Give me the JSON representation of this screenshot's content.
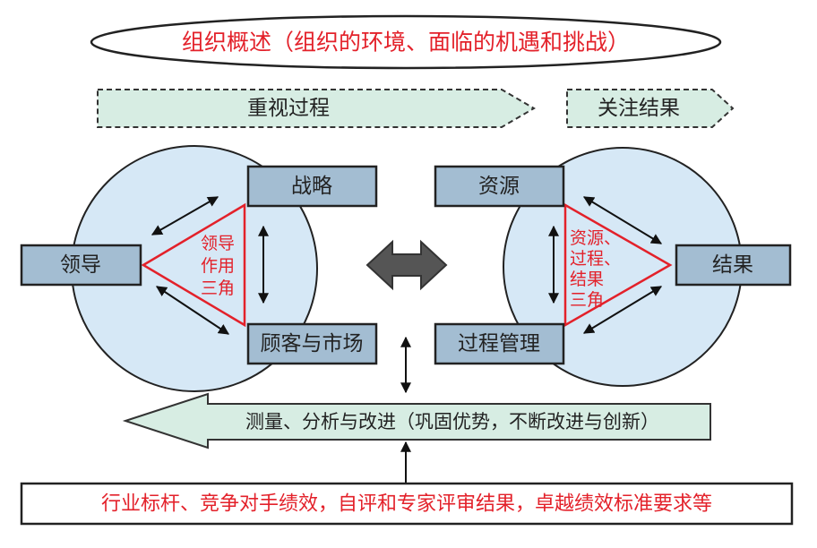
{
  "title": "组织概述（组织的环境、面临的机遇和挑战）",
  "banners": {
    "process": "重视过程",
    "results": "关注结果"
  },
  "left_triad": {
    "center_label": [
      "领导",
      "作用",
      "三角"
    ],
    "boxes": {
      "strategy": "战略",
      "leadership": "领导",
      "customers": "顾客与市场"
    }
  },
  "right_triad": {
    "center_label": [
      "资源、",
      "过程、",
      "结果",
      "三角"
    ],
    "boxes": {
      "resources": "资源",
      "process_mgmt": "过程管理",
      "results": "结果"
    }
  },
  "measurement": "测量、分析与改进（巩固优势，不断改进与创新）",
  "benchmark": "行业标杆、竞争对手绩效，自评和专家评审结果，卓越绩效标准要求等",
  "colors": {
    "red": "#e3212a",
    "circle": "#d6e8f6",
    "box": "#a3bdd2",
    "banner": "#d7ede3"
  }
}
